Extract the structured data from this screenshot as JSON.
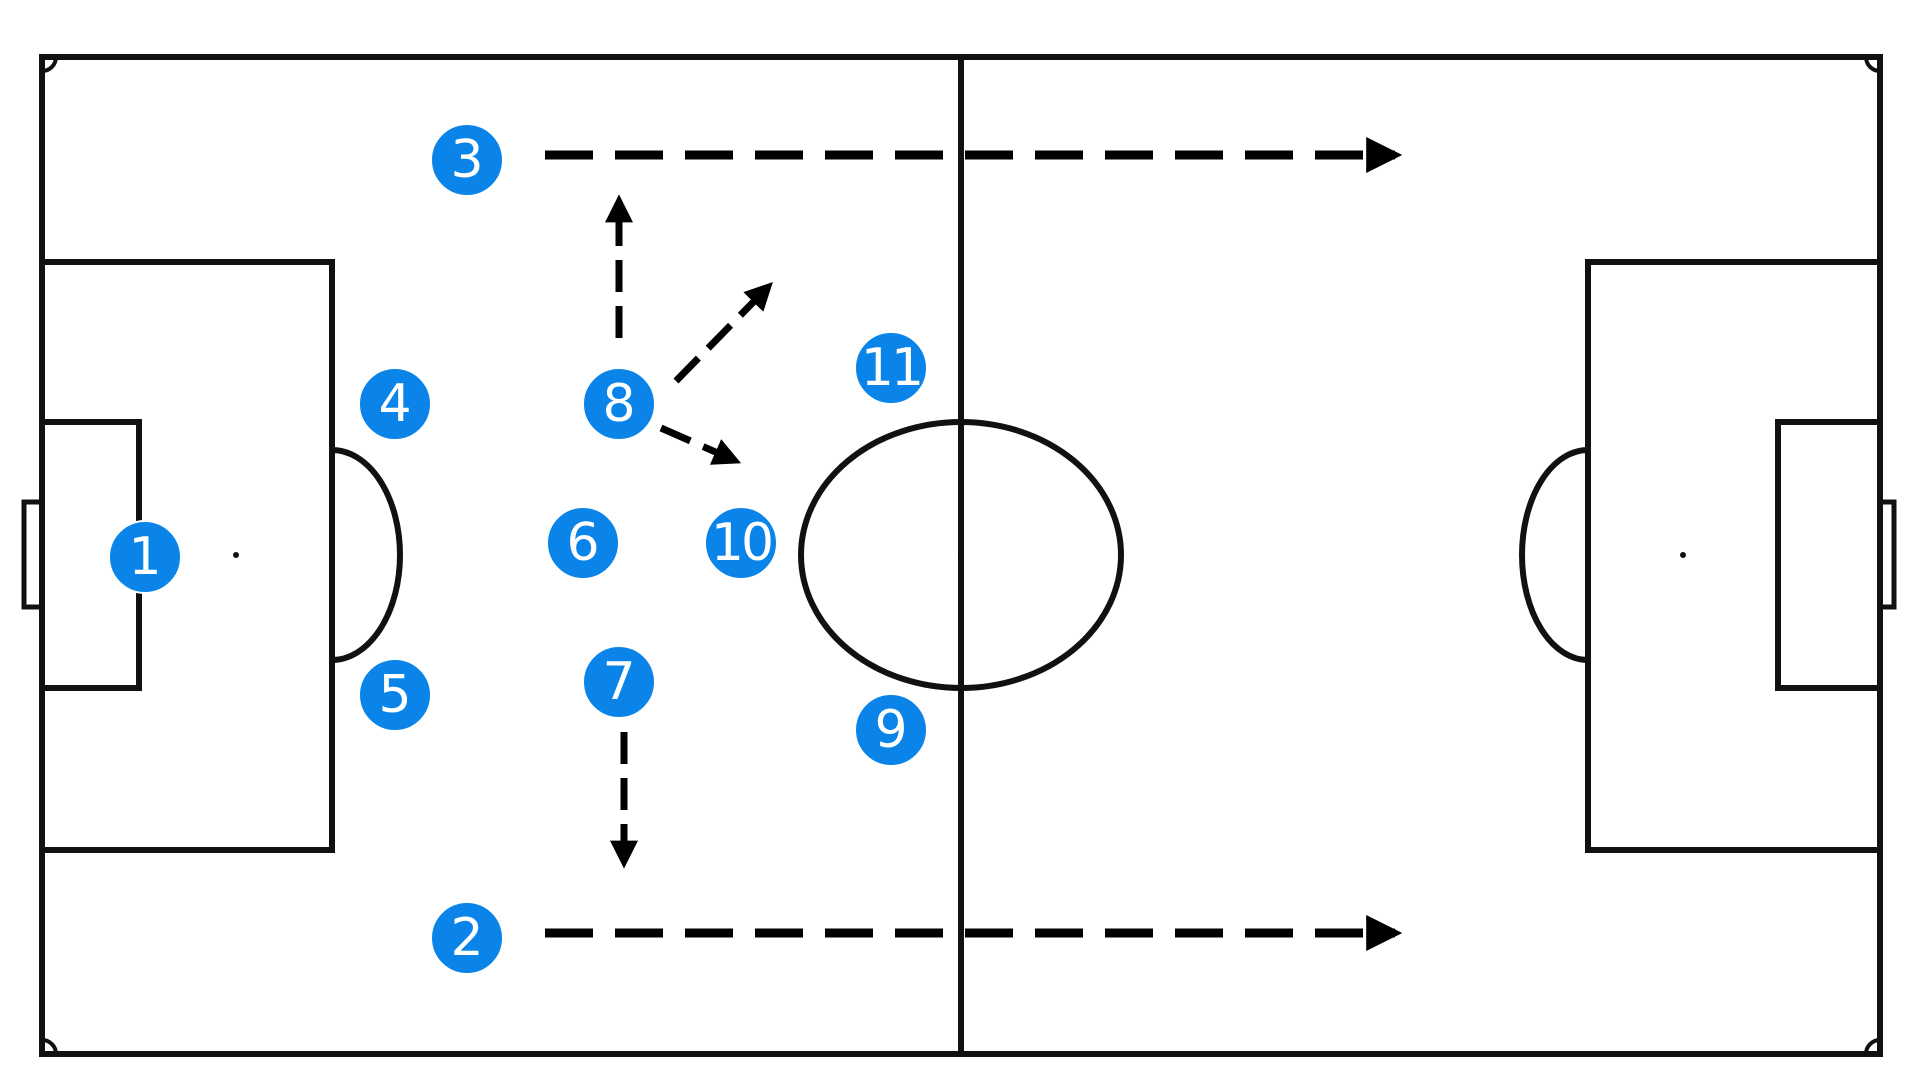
{
  "colors": {
    "player_fill": "#0a84e8",
    "player_text": "#ffffff",
    "lines": "#111111",
    "arrows": "#000000",
    "background": "#ffffff"
  },
  "players": [
    {
      "number": "1"
    },
    {
      "number": "2"
    },
    {
      "number": "3"
    },
    {
      "number": "4"
    },
    {
      "number": "5"
    },
    {
      "number": "6"
    },
    {
      "number": "7"
    },
    {
      "number": "8"
    },
    {
      "number": "9"
    },
    {
      "number": "10"
    },
    {
      "number": "11"
    }
  ],
  "movements": [
    {
      "player": "3",
      "direction": "right",
      "style": "dashed"
    },
    {
      "player": "2",
      "direction": "right",
      "style": "dashed"
    },
    {
      "player": "8",
      "direction": "up",
      "style": "dashed"
    },
    {
      "player": "8",
      "direction": "up-right",
      "style": "dashed"
    },
    {
      "player": "8",
      "direction": "down-right",
      "style": "dashed"
    },
    {
      "player": "7",
      "direction": "down",
      "style": "dashed"
    }
  ]
}
